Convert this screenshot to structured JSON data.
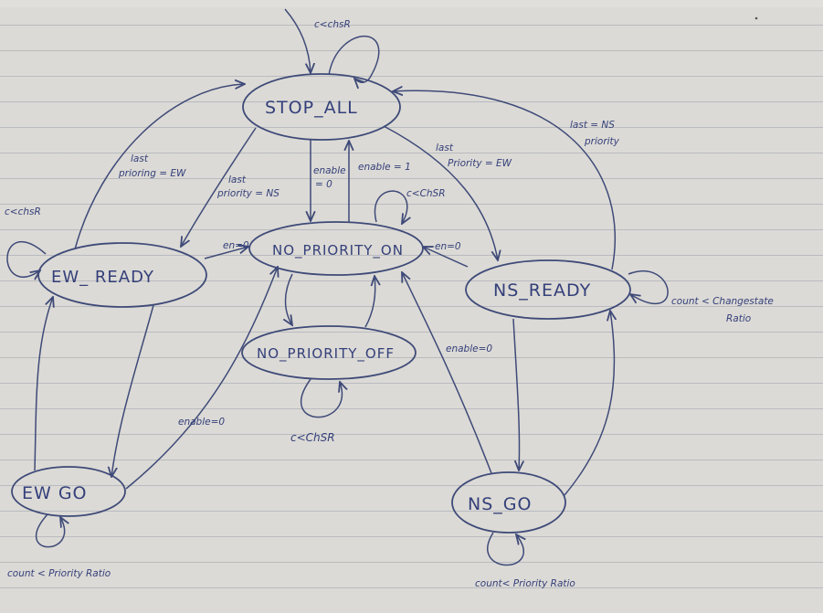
{
  "diagram": {
    "states": {
      "stop_all": "STOP_ALL",
      "no_priority_on": "NO_PRIORITY_ON",
      "no_priority_off": "NO_PRIORITY_OFF",
      "ew_ready": "EW_ READY",
      "ns_ready": "NS_READY",
      "ew_go": "EW GO",
      "ns_go": "NS_GO"
    },
    "transitions": {
      "stop_self": "c<chsR",
      "npon_self": "c<ChSR",
      "npoff_self": "c<ChSR",
      "ew_ready_self": "c<chsR",
      "ns_ready_self_1": "count < Changestate",
      "ns_ready_self_2": "Ratio",
      "ew_go_self": "count < Priority Ratio",
      "ns_go_self": "count< Priority Ratio",
      "ew_to_stop_1": "last",
      "ew_to_stop_2": "prioring = EW",
      "stop_to_ew_1": "last",
      "stop_to_ew_2": "priority = NS",
      "stop_to_npon_1": "enable",
      "stop_to_npon_2": "= 0",
      "npon_to_stop": "enable = 1",
      "stop_to_ns_1": "last",
      "stop_to_ns_2": "Priority = EW",
      "ns_to_stop_1": "last    = NS",
      "ns_to_stop_2": "priority",
      "ew_to_npon": "en=0",
      "ns_to_npon": "en=0",
      "nsgo_to_npon": "enable=0",
      "ewgo_to_npon": "enable=0"
    }
  }
}
